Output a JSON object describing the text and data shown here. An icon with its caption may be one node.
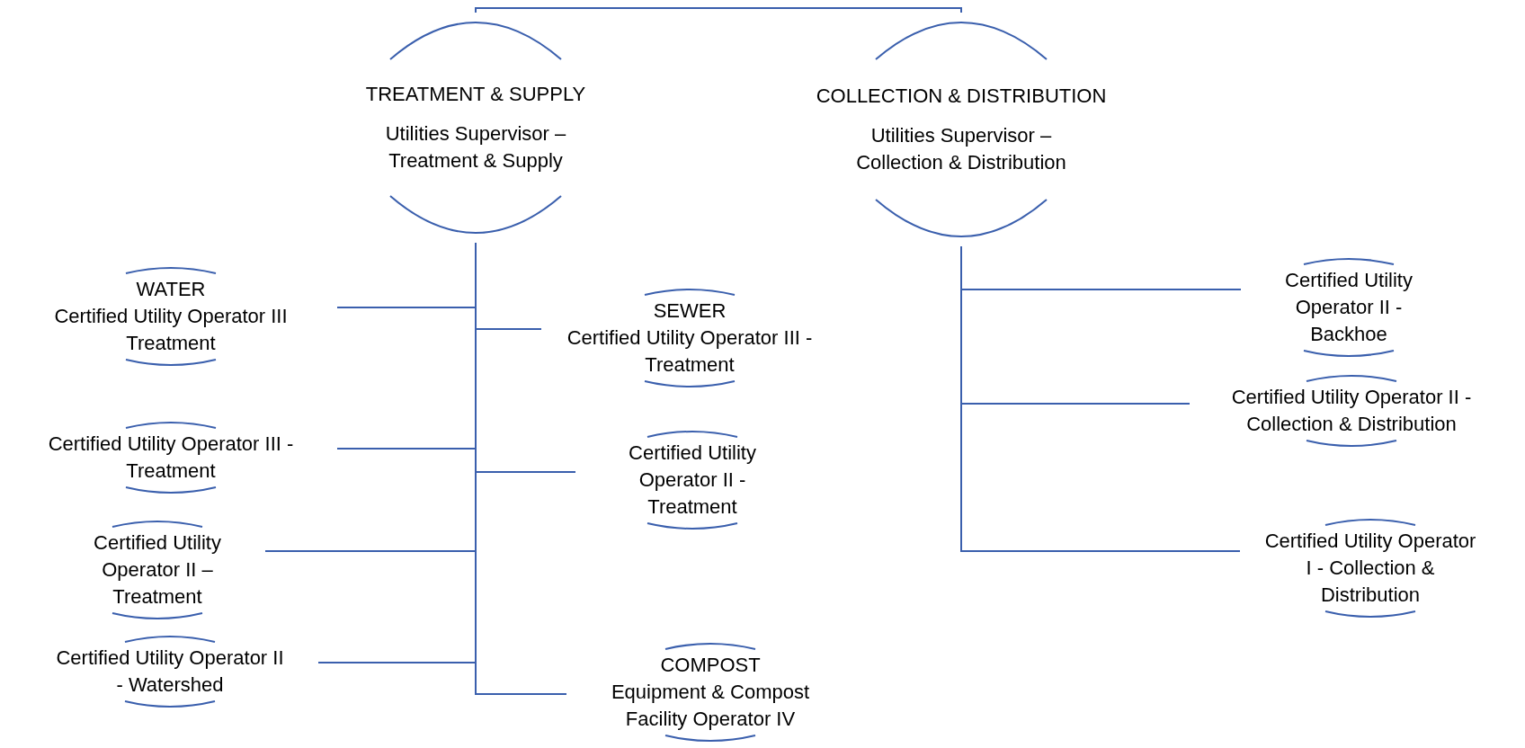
{
  "diagram": {
    "nodes": [
      {
        "text": [
          "TREATMENT & SUPPLY",
          "Utilities Supervisor – Treatment & Supply"
        ]
      },
      {
        "text": [
          "COLLECTION & DISTRIBUTION",
          "Utilities Supervisor – Collection & Distribution"
        ]
      },
      {
        "text": [
          "WATER",
          "Certified Utility Operator III Treatment"
        ]
      },
      {
        "text": [
          "SEWER",
          "Certified Utility Operator III - Treatment"
        ]
      },
      {
        "text": [
          "Certified Utility Operator III - Treatment"
        ]
      },
      {
        "text": [
          "Certified Utility Operator II - Treatment"
        ]
      },
      {
        "text": [
          "Certified Utility Operator II – Treatment"
        ]
      },
      {
        "text": [
          "Certified Utility Operator II - Watershed"
        ]
      },
      {
        "text": [
          "COMPOST",
          "Equipment & Compost Facility Operator IV"
        ]
      },
      {
        "text": [
          "Certified Utility Operator II - Backhoe"
        ]
      },
      {
        "text": [
          "Certified Utility Operator II - Collection & Distribution"
        ]
      },
      {
        "text": [
          "Certified Utility Operator I - Collection & Distribution"
        ]
      }
    ],
    "edges": [
      {
        "from": 0,
        "to": 1,
        "arrow": "none"
      },
      {
        "from": 0,
        "to": 2,
        "arrow": "none"
      },
      {
        "from": 0,
        "to": 3,
        "arrow": "none"
      },
      {
        "from": 0,
        "to": 4,
        "arrow": "none"
      },
      {
        "from": 0,
        "to": 5,
        "arrow": "none"
      },
      {
        "from": 0,
        "to": 6,
        "arrow": "none"
      },
      {
        "from": 0,
        "to": 7,
        "arrow": "none"
      },
      {
        "from": 0,
        "to": 8,
        "arrow": "none"
      },
      {
        "from": 1,
        "to": 9,
        "arrow": "none"
      },
      {
        "from": 1,
        "to": 10,
        "arrow": "none"
      },
      {
        "from": 1,
        "to": 11,
        "arrow": "none"
      }
    ]
  }
}
